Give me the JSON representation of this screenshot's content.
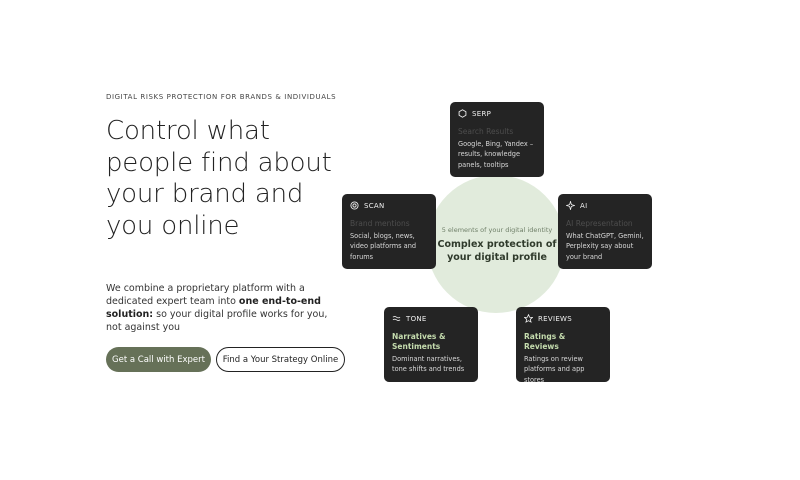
{
  "hero": {
    "eyebrow": "DIGITAL RISKS PROTECTION FOR BRANDS & INDIVIDUALS",
    "headline": "Control what people find about your brand and you online",
    "sub_before": "We combine a proprietary platform with a dedicated expert team into ",
    "sub_bold": "one end-to-end solution:",
    "sub_after": " so your digital profile works for you, not against you",
    "primary_button": "Get a Call with Expert",
    "secondary_button": "Find a Your Strategy Online"
  },
  "diagram": {
    "center_small": "5 elements of your digital identity",
    "center_title": "Complex protection of your digital profile",
    "cards": {
      "serp": {
        "label": "SERP",
        "title": "Search Results",
        "desc": "Google, Bing, Yandex – results, knowledge panels, tooltips",
        "icon": "hexagon-icon"
      },
      "scan": {
        "label": "SCAN",
        "title": "Brand mentions",
        "desc": "Social, blogs, news, video platforms and forums",
        "icon": "target-icon"
      },
      "ai": {
        "label": "AI",
        "title": "AI Representation",
        "desc": "What ChatGPT, Gemini, Perplexity say about your brand",
        "icon": "sparkle-icon"
      },
      "tone": {
        "label": "TONE",
        "title": "Narratives & Sentiments",
        "desc": "Dominant narratives, tone shifts and trends",
        "icon": "wave-icon"
      },
      "reviews": {
        "label": "REVIEWS",
        "title": "Ratings & Reviews",
        "desc": "Ratings on review platforms and app stores",
        "icon": "star-icon"
      }
    }
  },
  "colors": {
    "primary_button": "#667158",
    "circle": "#e1ebdc",
    "card_bg": "#242424",
    "accent_title": "#c5dcae"
  }
}
